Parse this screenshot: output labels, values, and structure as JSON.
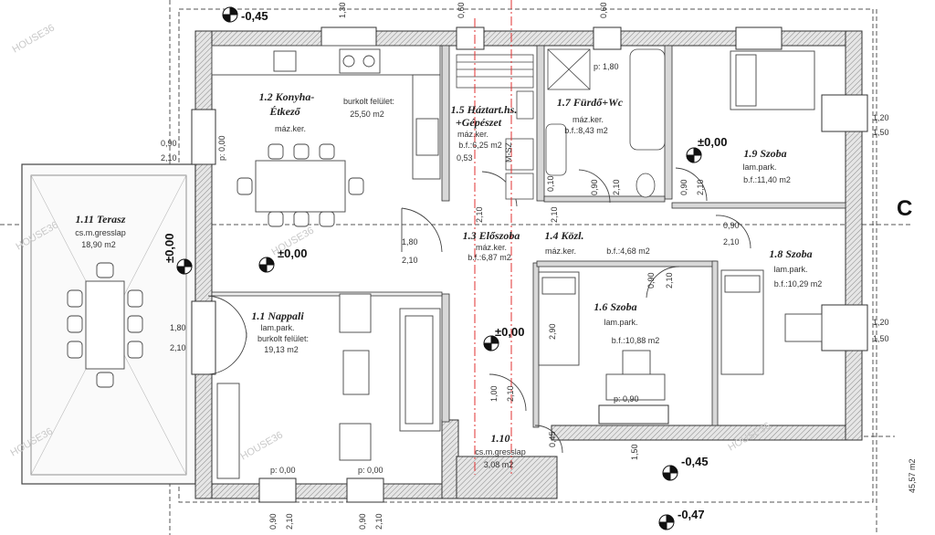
{
  "rooms": [
    {
      "id": "1.1",
      "name": "1.1 Nappali",
      "lines": [
        "lam.park.",
        "burkolt felület:",
        "19,13 m2"
      ]
    },
    {
      "id": "1.2",
      "name": "1.2 Konyha-",
      "name2": "Étkező",
      "lines": [
        "máz.ker."
      ],
      "extra": [
        "burkolt felület:",
        "25,50 m2"
      ]
    },
    {
      "id": "1.3",
      "name": "1.3 Előszoba",
      "lines": [
        "máz.ker.",
        "b.f.:6,87 m2"
      ]
    },
    {
      "id": "1.4",
      "name": "1.4 Közl.",
      "lines": [
        "máz.ker.",
        "b.f.:4,68 m2"
      ]
    },
    {
      "id": "1.5",
      "name": "1.5 Háztart.hs.",
      "name2": "+Gépészet",
      "lines": [
        "máz.ker.",
        "b.f.:6,25 m2"
      ]
    },
    {
      "id": "1.6",
      "name": "1.6 Szoba",
      "lines": [
        "lam.park.",
        "b.f.:10,88 m2"
      ]
    },
    {
      "id": "1.7",
      "name": "1.7 Fürdő+Wc",
      "lines": [
        "máz.ker.",
        "b.f.:8,43 m2"
      ]
    },
    {
      "id": "1.8",
      "name": "1.8 Szoba",
      "lines": [
        "lam.park.",
        "b.f.:10,29 m2"
      ]
    },
    {
      "id": "1.9",
      "name": "1.9 Szoba",
      "lines": [
        "lam.park.",
        "b.f.:11,40 m2"
      ]
    },
    {
      "id": "1.10",
      "name": "1.10",
      "lines": [
        "cs.m.gresslap",
        "3,08 m2"
      ]
    },
    {
      "id": "1.11",
      "name": "1.11 Terasz",
      "lines": [
        "cs.m.gresslap",
        "18,90 m2"
      ]
    }
  ],
  "levels": {
    "top": "-0,45",
    "left": "±0,00",
    "kitchen": "±0,00",
    "hall": "±0,00",
    "bedroom": "±0,00",
    "front": "-0,45",
    "bottom": "-0,47"
  },
  "labels": {
    "section": "C",
    "area_right": "45,57 m2",
    "furnace": "M-SZ"
  },
  "dims": {
    "d090": "0,90",
    "d210": "2,10",
    "d180": "1,80",
    "d120": "1,20",
    "d150": "1,50",
    "d053": "0,53",
    "d290": "2,90",
    "d100": "1,00",
    "d045": "0,45",
    "d010": "0,10",
    "d060": "0,60",
    "d130": "1,30",
    "p000": "p: 0,00",
    "p180": "p: 1,80",
    "p090": "p: 0,90"
  },
  "watermarks": [
    "HOUSE36",
    "HOUSE36",
    "HOUSE36",
    "HOUSE36",
    "HOUSE36",
    "HOUSE36"
  ],
  "colors": {
    "wall": "#333333",
    "axis": "#e03030",
    "line": "#444444"
  }
}
